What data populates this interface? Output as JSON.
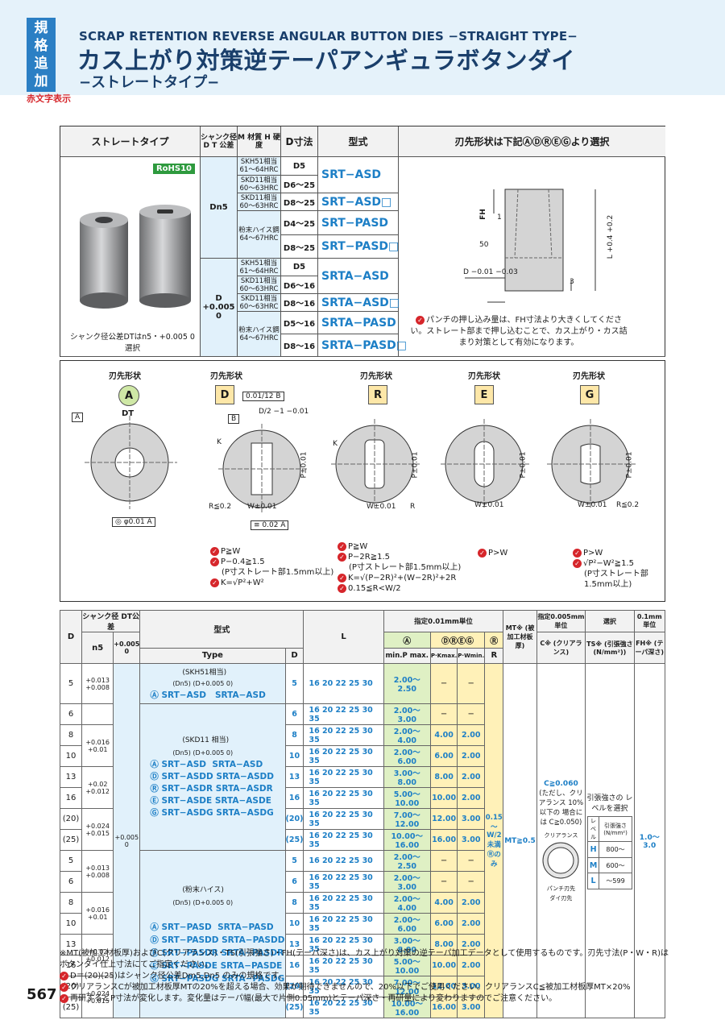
{
  "header": {
    "badge": "規格追加",
    "badge_sub": "赤文字表示",
    "title_en": "SCRAP RETENTION REVERSE ANGULAR BUTTON DIES −STRAIGHT TYPE−",
    "title_jp": "カス上がり対策逆テーパアンギュラボタンダイ",
    "title_sub": "−ストレートタイプ−"
  },
  "top_table": {
    "headers": [
      "ストレートタイプ",
      "シャンク径 D T 公差",
      "M 材質 H 硬度",
      "D寸法",
      "型式",
      "刃先形状は下記ⒶⒹⓇⒺⒼより選択"
    ],
    "rohs": "RoHS10",
    "shank_note": "シャンク径公差DTはn5・+0.005 0 選択",
    "group1": {
      "tol": "Dn5",
      "rows": [
        {
          "mat": "SKH51相当 61〜64HRC",
          "d": "D5",
          "model": "SRT−ASD"
        },
        {
          "mat": "SKD11相当 60〜63HRC",
          "d": "D6〜25",
          "model": ""
        },
        {
          "mat": "SKD11相当 60〜63HRC",
          "d": "D8〜25",
          "model": "SRT−ASD□"
        },
        {
          "mat": "粉末ハイス鋼 64〜67HRC",
          "d": "D4〜25",
          "model": "SRT−PASD"
        },
        {
          "mat": "",
          "d": "D8〜25",
          "model": "SRT−PASD□"
        }
      ]
    },
    "group2": {
      "tol": "D +0.005 0",
      "rows": [
        {
          "mat": "SKH51相当 61〜64HRC",
          "d": "D5",
          "model": "SRTA−ASD"
        },
        {
          "mat": "SKD11相当 60〜63HRC",
          "d": "D6〜16",
          "model": ""
        },
        {
          "mat": "SKD11相当 60〜63HRC",
          "d": "D8〜16",
          "model": "SRTA−ASD□"
        },
        {
          "mat": "粉末ハイス鋼 64〜67HRC",
          "d": "D5〜16",
          "model": "SRTA−PASD"
        },
        {
          "mat": "",
          "d": "D8〜16",
          "model": "SRTA−PASD□"
        }
      ]
    },
    "drawing_labels": {
      "fh": "FH",
      "one": "1",
      "fifty": "50",
      "l": "L +0.4 +0.2",
      "d": "D −0.01 −0.03",
      "three": "3"
    },
    "drawing_note": "パンチの押し込み量は、FH寸法より大きくしてください。ストレート部まで押し込むことで、カス上がり・カス詰まり対策として有効になります。"
  },
  "shapes": {
    "label": "刃先形状",
    "items": [
      {
        "code": "A",
        "style": "circle"
      },
      {
        "code": "D",
        "style": "square"
      },
      {
        "code": "R",
        "style": "square"
      },
      {
        "code": "E",
        "style": "square"
      },
      {
        "code": "G",
        "style": "square"
      }
    ],
    "notes": {
      "D": [
        "P≧W",
        "P−0.4≧1.5",
        "(P寸ストレート部1.5mm以上)",
        "K=√P²+W²"
      ],
      "R": [
        "P≧W",
        "P−2R≧1.5",
        "(P寸ストレート部1.5mm以上)",
        "K=√(P−2R)²+(W−2R)²+2R",
        "0.15≦R<W/2"
      ],
      "E": [
        "P>W"
      ],
      "G": [
        "P>W",
        "√P²−W²≧1.5",
        "(P寸ストレート部",
        "1.5mm以上)"
      ]
    },
    "dims": {
      "dt": "DT",
      "a": "A",
      "b": "B",
      "tol1": "0.01/12 B",
      "d2": "D/2 −1 −0.01",
      "k": "K",
      "r02": "R≦0.2",
      "w001": "W±0.01",
      "p001": "P±0.01",
      "conc": "◎ φ0.01 A",
      "sym": "≡ 0.02 A",
      "r": "R"
    }
  },
  "table": {
    "top_headers": {
      "d": "D",
      "shank": "シャンク径 DT公差",
      "type": "型式",
      "l": "L",
      "spec": "指定0.01mm単位",
      "spec2": "指定0.005mm単位",
      "sel": "選択",
      "spec3": "0.1mm単位"
    },
    "sub_headers": {
      "n5": "n5",
      "tol": "+0.005 0",
      "type": "Type",
      "d": "D",
      "a": "Ⓐ",
      "ders": "ⒹⓇⒺⒼ",
      "r": "Ⓡ",
      "minp": "min.P max.",
      "pkmax": "P·Kmax.",
      "pwmin": "P·Wmin.",
      "rr": "R",
      "mt": "MT※ (被加工材板厚)",
      "c": "C※ (クリアランス)",
      "ts": "TS※ (引張強さ(N/mm²))",
      "fh": "FH※ (テーパ深さ)"
    },
    "groups": [
      {
        "mat": "(SKH51相当)",
        "tol": "(Dn5)    (D+0.005 0)",
        "models": [
          {
            "code": "Ⓐ",
            "n5": "SRT−ASD",
            "a": "SRTA−ASD"
          }
        ]
      },
      {
        "mat": "(SKD11 相当)",
        "tol": "(Dn5)    (D+0.005 0)",
        "models": [
          {
            "code": "Ⓐ",
            "n5": "SRT−ASD",
            "a": "SRTA−ASD"
          },
          {
            "code": "Ⓓ",
            "n5": "SRT−ASDD",
            "a": "SRTA−ASDD"
          },
          {
            "code": "Ⓡ",
            "n5": "SRT−ASDR",
            "a": "SRTA−ASDR"
          },
          {
            "code": "Ⓔ",
            "n5": "SRT−ASDE",
            "a": "SRTA−ASDE"
          },
          {
            "code": "Ⓖ",
            "n5": "SRT−ASDG",
            "a": "SRTA−ASDG"
          }
        ]
      },
      {
        "mat": "(粉末ハイス)",
        "tol": "(Dn5)    (D+0.005 0)",
        "models": [
          {
            "code": "Ⓐ",
            "n5": "SRT−PASD",
            "a": "SRTA−PASD"
          },
          {
            "code": "Ⓓ",
            "n5": "SRT−PASDD",
            "a": "SRTA−PASDD"
          },
          {
            "code": "Ⓡ",
            "n5": "SRT−PASDR",
            "a": "SRTA−PASDR"
          },
          {
            "code": "Ⓔ",
            "n5": "SRT−PASDE",
            "a": "SRTA−PASDE"
          },
          {
            "code": "Ⓖ",
            "n5": "SRT−PASDG",
            "a": "SRTA−PASDG"
          }
        ]
      }
    ],
    "rows1": [
      {
        "D": "5",
        "n5": "+0.013 +0.008",
        "d": "5",
        "L": "16  20  22  25  30",
        "ap": "2.00〜 2.50",
        "pk": "−",
        "pw": "−"
      }
    ],
    "rows2": [
      {
        "D": "6",
        "n5": "",
        "d": "6",
        "L": "16  20  22  25  30  35",
        "ap": "2.00〜 3.00",
        "pk": "−",
        "pw": "−"
      },
      {
        "D": "8",
        "n5": "+0.016 +0.01",
        "d": "8",
        "L": "16  20  22  25  30  35",
        "ap": "2.00〜 4.00",
        "pk": "4.00",
        "pw": "2.00"
      },
      {
        "D": "10",
        "n5": "",
        "d": "10",
        "L": "16  20  22  25  30  35",
        "ap": "2.00〜 6.00",
        "pk": "6.00",
        "pw": "2.00"
      },
      {
        "D": "13",
        "n5": "+0.02 +0.012",
        "d": "13",
        "L": "16  20  22  25  30  35",
        "ap": "3.00〜 8.00",
        "pk": "8.00",
        "pw": "2.00"
      },
      {
        "D": "16",
        "n5": "",
        "d": "16",
        "L": "16  20  22  25  30  35",
        "ap": "5.00〜10.00",
        "pk": "10.00",
        "pw": "2.00"
      },
      {
        "D": "(20)",
        "n5": "+0.024 +0.015",
        "d": "(20)",
        "L": "16  20  22  25  30  35",
        "ap": "7.00〜12.00",
        "pk": "12.00",
        "pw": "3.00"
      },
      {
        "D": "(25)",
        "n5": "",
        "d": "(25)",
        "L": "16  20  22  25  30  35",
        "ap": "10.00〜16.00",
        "pk": "16.00",
        "pw": "3.00"
      }
    ],
    "rows3": [
      {
        "D": "5",
        "n5": "+0.013 +0.008",
        "d": "5",
        "L": "16  20  22  25  30",
        "ap": "2.00〜 2.50",
        "pk": "−",
        "pw": "−"
      },
      {
        "D": "6",
        "n5": "",
        "d": "6",
        "L": "16  20  22  25  30  35",
        "ap": "2.00〜 3.00",
        "pk": "−",
        "pw": "−"
      },
      {
        "D": "8",
        "n5": "+0.016 +0.01",
        "d": "8",
        "L": "16  20  22  25  30  35",
        "ap": "2.00〜 4.00",
        "pk": "4.00",
        "pw": "2.00"
      },
      {
        "D": "10",
        "n5": "",
        "d": "10",
        "L": "16  20  22  25  30  35",
        "ap": "2.00〜 6.00",
        "pk": "6.00",
        "pw": "2.00"
      },
      {
        "D": "13",
        "n5": "+0.02 +0.012",
        "d": "13",
        "L": "16  20  22  25  30  35",
        "ap": "3.00〜 8.00",
        "pk": "8.00",
        "pw": "2.00"
      },
      {
        "D": "16",
        "n5": "",
        "d": "16",
        "L": "16  20  22  25  30  35",
        "ap": "5.00〜10.00",
        "pk": "10.00",
        "pw": "2.00"
      },
      {
        "D": "(20)",
        "n5": "+0.024 +0.015",
        "d": "(20)",
        "L": "16  20  22  25  30  35",
        "ap": "7.00〜12.00",
        "pk": "12.00",
        "pw": "3.00"
      },
      {
        "D": "(25)",
        "n5": "",
        "d": "(25)",
        "L": "16  20  22  25  30  35",
        "ap": "10.00〜16.00",
        "pk": "16.00",
        "pw": "3.00"
      }
    ],
    "tol_a": "+0.005 0",
    "r_col": "0.15 〜 W/2 未満 Ⓡのみ",
    "mt": "MT≧0.5",
    "c_col": {
      "main": "C≧0.060",
      "sub": "(ただし、クリアランス 10%以下の 場合には C≧0.050)",
      "clear": "クリアランス",
      "punch": "パンチ刃先",
      "die": "ダイ刃先"
    },
    "ts_col": {
      "title": "引張強さの レベルを選択",
      "lv": "レベル",
      "ts": "引張強さ (N/mm²)",
      "levels": [
        {
          "l": "H",
          "v": "800〜"
        },
        {
          "l": "M",
          "v": "600〜"
        },
        {
          "l": "L",
          "v": "〜599"
        }
      ]
    },
    "fh_col": "1.0〜3.0"
  },
  "footnotes": [
    "※MT(被加工材板厚)およびC(クリアランス)・TS(引張強さ)・FH(テーパ深さ)は、カス上がり対策の逆テーパ加工データとして使用するものです。刃先寸法(P・W・R)はボタンダイ仕上寸法にてご指定ください。",
    "D＝(20)(25)はシャンク径公差Dm5,Dn5 のみの規格です。",
    "クリアランスCが被加工材板厚MTの20%を超える場合、効果が期待できませんので、20%以下でご使用ください。クリアランスC≦被加工材板厚MT×20%",
    "再研するとP寸法が変化します。変化量はテーパ幅(最大で片側0.05mm)とテーパ深さ・再研量により変わりますのでご注意ください。"
  ],
  "page_number": "567",
  "colors": {
    "brand": "#1a3f6b",
    "accent": "#1d7fc6",
    "header_bg": "#e5f2fa",
    "red": "#d6262b"
  }
}
